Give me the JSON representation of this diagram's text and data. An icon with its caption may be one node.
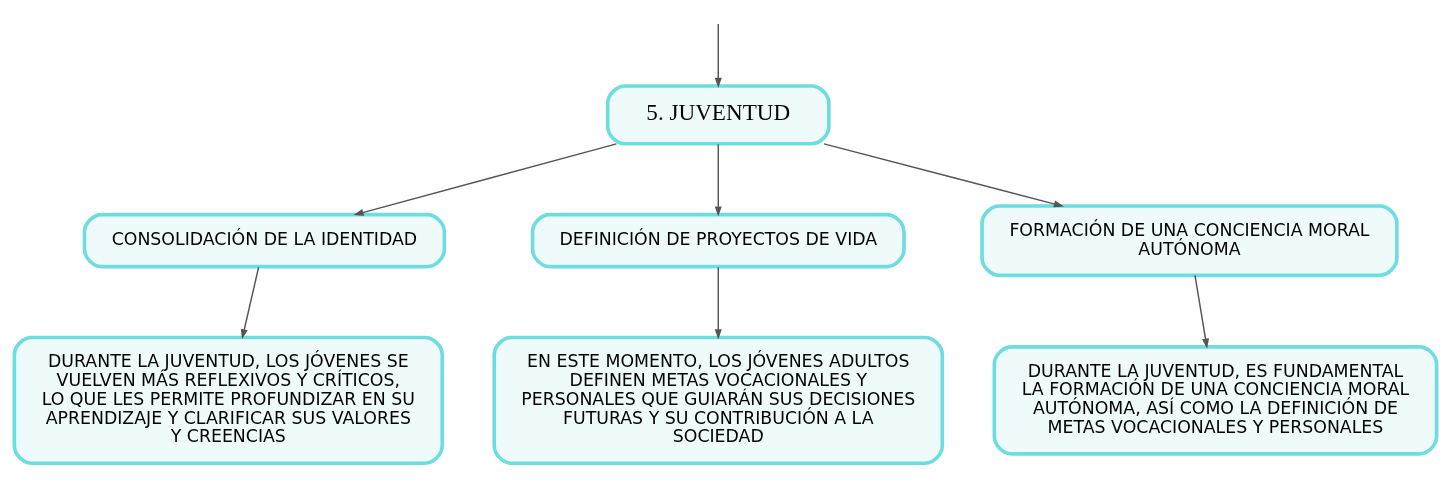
{
  "diagram": {
    "nodes": [
      {
        "text": [
          "5. JUVENTUD"
        ]
      },
      {
        "text": [
          "CONSOLIDACIÓN DE LA IDENTIDAD"
        ]
      },
      {
        "text": [
          "DEFINICIÓN DE PROYECTOS DE VIDA"
        ]
      },
      {
        "text": [
          "FORMACIÓN DE UNA CONCIENCIA MORAL AUTÓNOMA"
        ]
      },
      {
        "text": [
          "DURANTE LA JUVENTUD, LOS JÓVENES SE VUELVEN MÁS REFLEXIVOS Y CRÍTICOS, LO QUE LES PERMITE PROFUNDIZAR EN SU APRENDIZAJE Y CLARIFICAR SUS VALORES Y CREENCIAS"
        ]
      },
      {
        "text": [
          "EN ESTE MOMENTO, LOS JÓVENES ADULTOS DEFINEN METAS VOCACIONALES Y PERSONALES QUE GUIARÁN SUS DECISIONES FUTURAS Y SU CONTRIBUCIÓN A LA SOCIEDAD"
        ]
      },
      {
        "text": [
          "DURANTE LA JUVENTUD, ES FUNDAMENTAL LA FORMACIÓN DE UNA CONCIENCIA MORAL AUTÓNOMA, ASÍ COMO LA DEFINICIÓN DE METAS VOCACIONALES Y PERSONALES"
        ]
      }
    ],
    "edges": [
      {
        "from": null,
        "to": 0,
        "arrow": "to"
      },
      {
        "from": 0,
        "to": 1,
        "arrow": "to"
      },
      {
        "from": 0,
        "to": 2,
        "arrow": "to"
      },
      {
        "from": 0,
        "to": 3,
        "arrow": "to"
      },
      {
        "from": 1,
        "to": 4,
        "arrow": "to"
      },
      {
        "from": 2,
        "to": 5,
        "arrow": "to"
      },
      {
        "from": 3,
        "to": 6,
        "arrow": "to"
      }
    ]
  }
}
